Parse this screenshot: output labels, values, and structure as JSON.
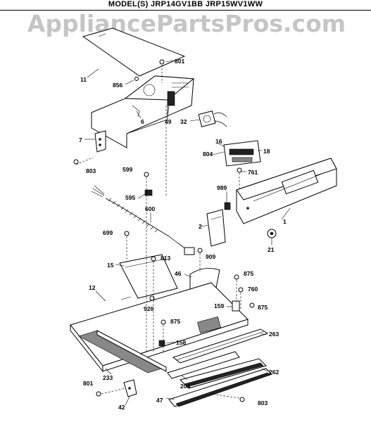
{
  "header": {
    "model_line": "MODEL(S) JRP14GV1BB JRP15WV1WW"
  },
  "watermark": "AppliancePartsPros.com",
  "callouts": {
    "c11": "11",
    "c856": "856",
    "c801_top": "801",
    "c6": "6",
    "c49": "49",
    "c32": "32",
    "c7": "7",
    "c803_left": "803",
    "c804": "804",
    "c16": "16",
    "c18": "18",
    "c599": "599",
    "c761": "761",
    "c595": "595",
    "c989": "989",
    "c600": "600",
    "c1": "1",
    "c2": "2",
    "c699": "699",
    "c21": "21",
    "c813": "813",
    "c909": "909",
    "c15": "15",
    "c46": "46",
    "c875_top": "875",
    "c12": "12",
    "c760": "760",
    "c926": "926",
    "c159": "159",
    "c875_right": "875",
    "c875_mid": "875",
    "c263": "263",
    "c158": "158",
    "c233": "233",
    "c262": "262",
    "c204": "204",
    "c801_bottom": "801",
    "c47": "47",
    "c42": "42",
    "c803_bottom": "803"
  }
}
